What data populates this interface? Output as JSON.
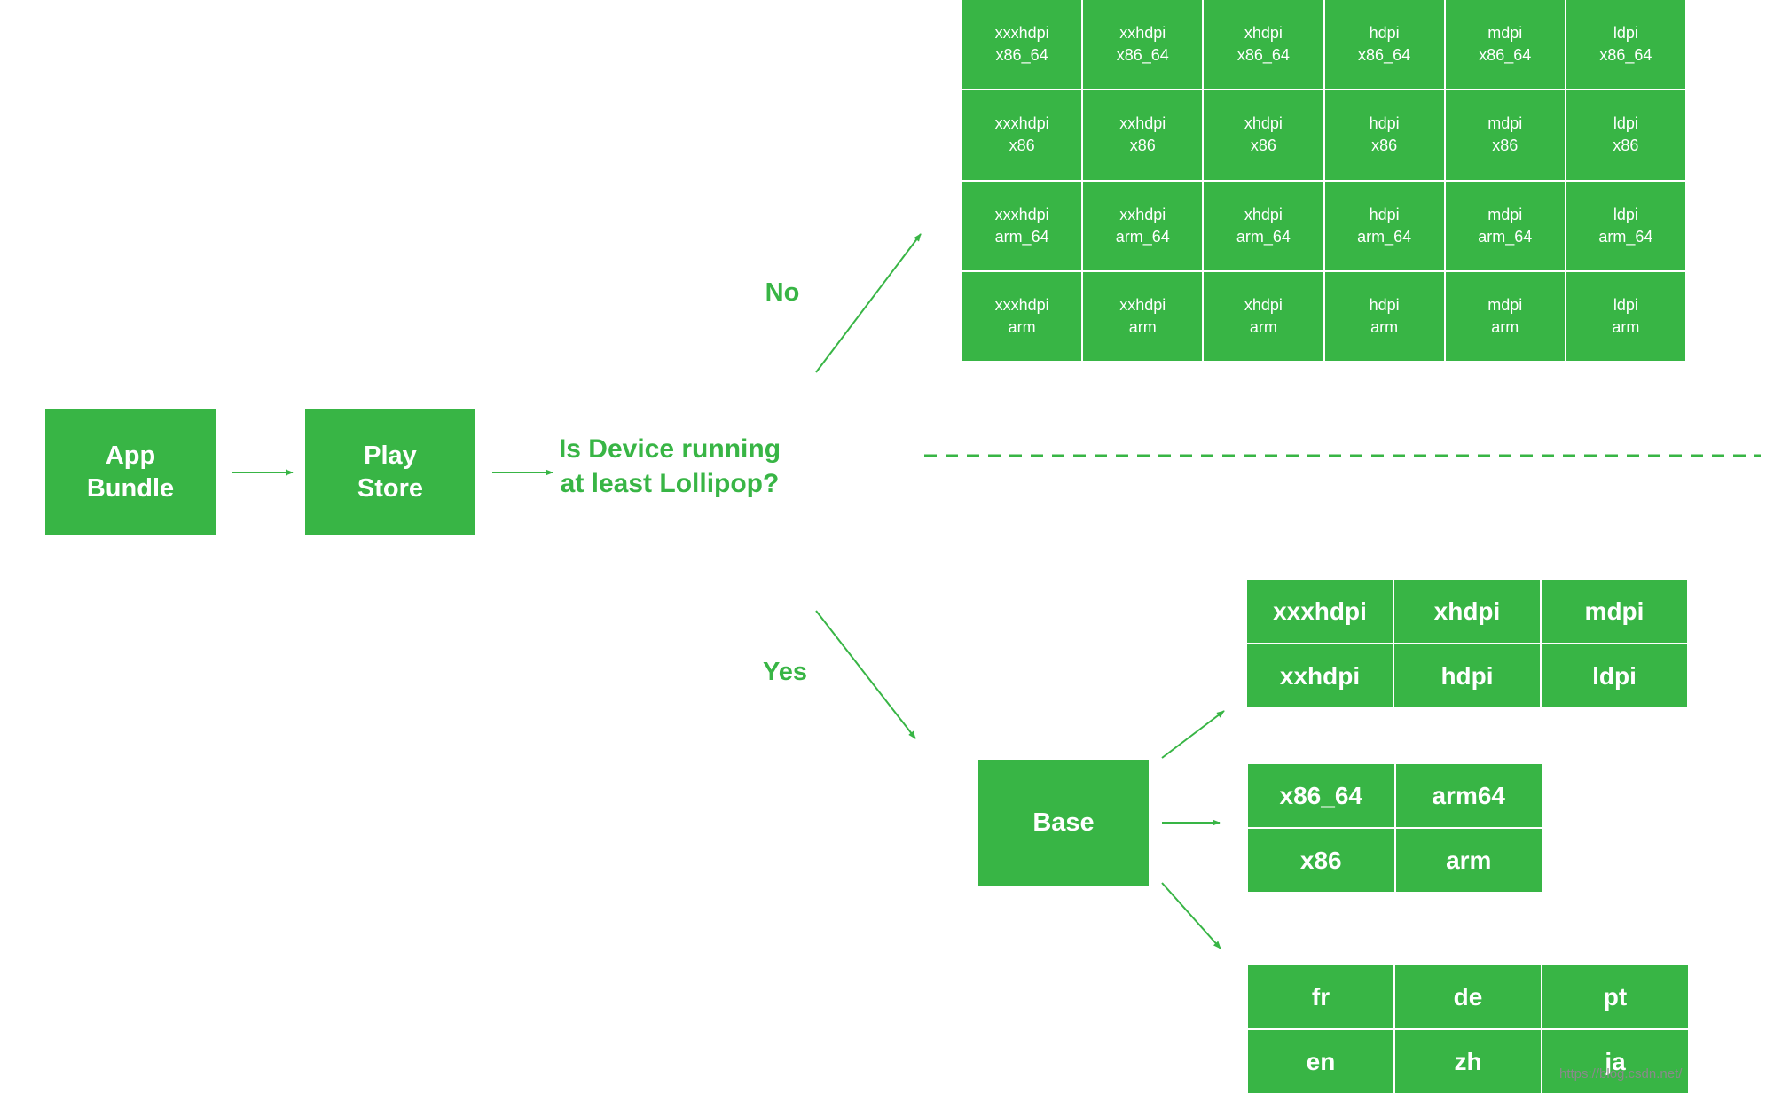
{
  "colors": {
    "accent": "#38b545",
    "text_on_accent": "#ffffff"
  },
  "boxes": {
    "app_bundle": [
      "App",
      "Bundle"
    ],
    "play_store": [
      "Play",
      "Store"
    ],
    "base": "Base"
  },
  "question": [
    "Is Device running",
    "at least Lollipop?"
  ],
  "branches": {
    "no": "No",
    "yes": "Yes"
  },
  "pre_lollipop_apks": [
    [
      [
        "xxxhdpi",
        "x86_64"
      ],
      [
        "xxhdpi",
        "x86_64"
      ],
      [
        "xhdpi",
        "x86_64"
      ],
      [
        "hdpi",
        "x86_64"
      ],
      [
        "mdpi",
        "x86_64"
      ],
      [
        "ldpi",
        "x86_64"
      ]
    ],
    [
      [
        "xxxhdpi",
        "x86"
      ],
      [
        "xxhdpi",
        "x86"
      ],
      [
        "xhdpi",
        "x86"
      ],
      [
        "hdpi",
        "x86"
      ],
      [
        "mdpi",
        "x86"
      ],
      [
        "ldpi",
        "x86"
      ]
    ],
    [
      [
        "xxxhdpi",
        "arm_64"
      ],
      [
        "xxhdpi",
        "arm_64"
      ],
      [
        "xhdpi",
        "arm_64"
      ],
      [
        "hdpi",
        "arm_64"
      ],
      [
        "mdpi",
        "arm_64"
      ],
      [
        "ldpi",
        "arm_64"
      ]
    ],
    [
      [
        "xxxhdpi",
        "arm"
      ],
      [
        "xxhdpi",
        "arm"
      ],
      [
        "xhdpi",
        "arm"
      ],
      [
        "hdpi",
        "arm"
      ],
      [
        "mdpi",
        "arm"
      ],
      [
        "ldpi",
        "arm"
      ]
    ]
  ],
  "density_splits": [
    "xxxhdpi",
    "xhdpi",
    "mdpi",
    "xxhdpi",
    "hdpi",
    "ldpi"
  ],
  "abi_splits": [
    "x86_64",
    "arm64",
    "x86",
    "arm"
  ],
  "language_splits": [
    "fr",
    "de",
    "pt",
    "en",
    "zh",
    "ja"
  ],
  "watermark": "https://blog.csdn.net/"
}
